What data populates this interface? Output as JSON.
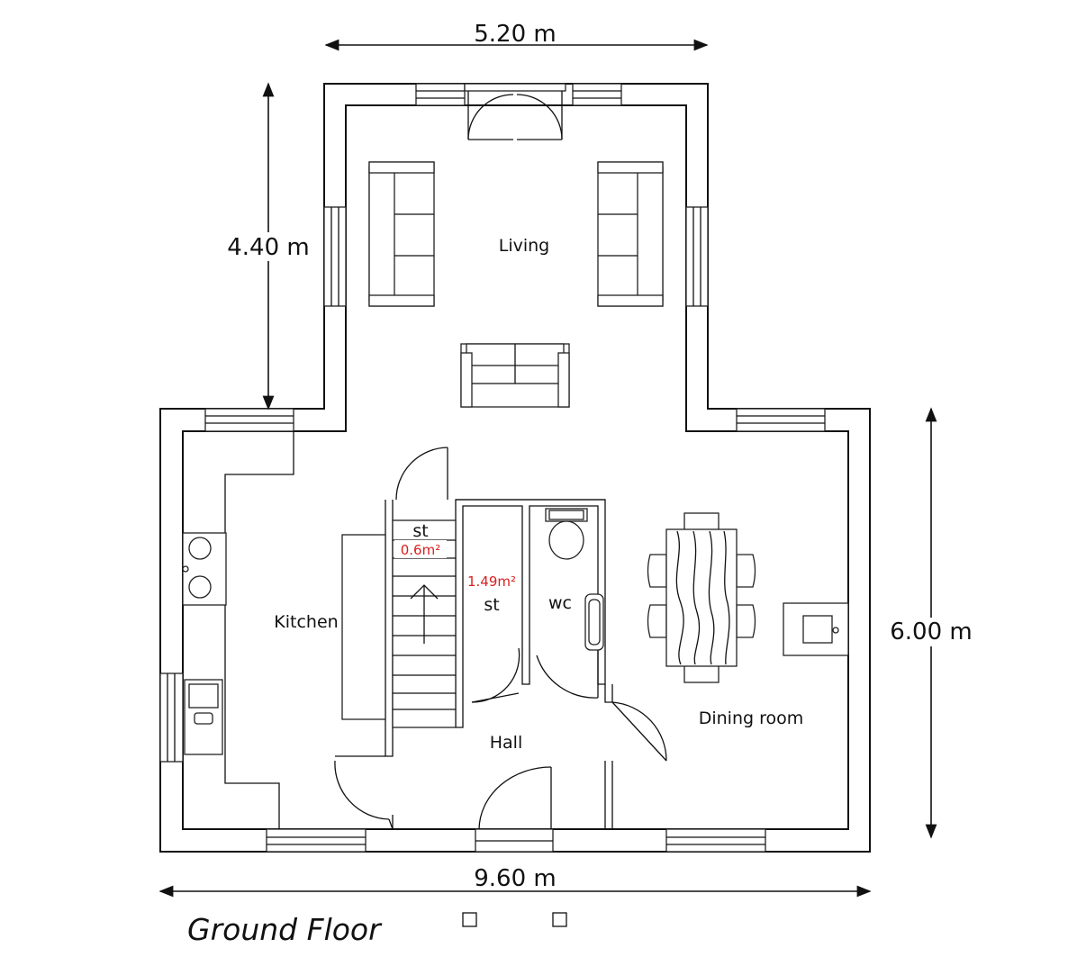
{
  "plan": {
    "title": "Ground Floor",
    "accent_color": "#d8201f",
    "line_color": "#111111",
    "dimensions": {
      "top": "5.20 m",
      "left": "4.40 m",
      "right": "6.00 m",
      "bottom": "9.60 m"
    },
    "rooms": {
      "living": "Living",
      "kitchen": "Kitchen",
      "hall": "Hall",
      "dining": "Dining room",
      "wc": "wc",
      "stair_storage": "st",
      "storage": "st"
    },
    "areas": {
      "stair_storage": "0.6m²",
      "storage": "1.49m²"
    }
  }
}
